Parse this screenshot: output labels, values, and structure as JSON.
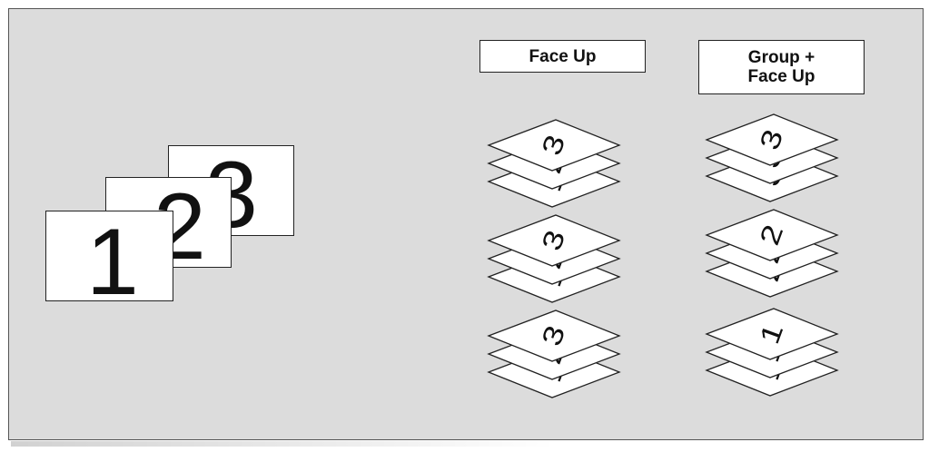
{
  "labels": {
    "face_up": "Face Up",
    "group_face_up": "Group +\nFace Up"
  },
  "originals": [
    "1",
    "2",
    "3"
  ],
  "face_up_stack": [
    [
      "3",
      "2",
      "1"
    ],
    [
      "3",
      "2",
      "1"
    ],
    [
      "3",
      "2",
      "1"
    ]
  ],
  "group_face_up_stack": [
    [
      "3",
      "3",
      "3"
    ],
    [
      "2",
      "2",
      "2"
    ],
    [
      "1",
      "1",
      "1"
    ]
  ],
  "colors": {
    "background": "#dcdcdc",
    "sheet": "#ffffff",
    "ink": "#111111"
  }
}
